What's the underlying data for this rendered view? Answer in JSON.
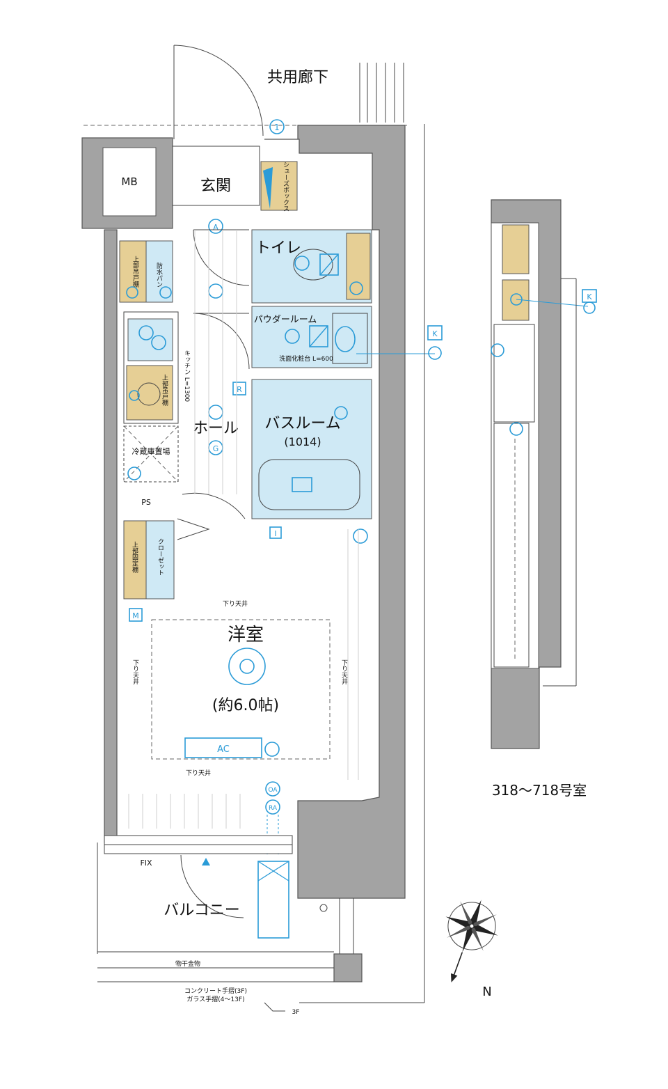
{
  "plan": {
    "unit_range": "318〜718号室",
    "compass_north": "N",
    "corridor": "共用廊下",
    "rooms": {
      "mb": "MB",
      "entrance": "玄関",
      "shoe_box": "シューズボックス",
      "toilet": "トイレ",
      "powder_room": "パウダールーム",
      "washbasin_note": "洗面化粧台 L=600",
      "waterproof_pan": "防水パン",
      "upper_shelf": "上部吊戸棚",
      "kitchen_note": "キッチン L=1300",
      "fridge": "冷蔵庫置場",
      "hall": "ホール",
      "bath": "バスルーム",
      "bath_size": "(1014)",
      "ps": "PS",
      "closet": "クローゼット",
      "upper_closet_shelf": "上部固定棚",
      "western_room": "洋室",
      "western_room_size": "(約6.0帖)",
      "lowered_ceiling": "下り天井",
      "ac": "AC",
      "balcony": "バルコニー",
      "fix": "FIX",
      "laundry_hardware": "物干金物",
      "handrail_note_1": "コンクリート手摺(3F)",
      "handrail_note_2": "ガラス手摺(4〜13F)",
      "floor_3f": "3F"
    },
    "markers": {
      "one": "1",
      "a": "A",
      "r": "R",
      "g": "G",
      "i": "I",
      "m": "M",
      "k": "K",
      "oa": "OA",
      "ra": "RA"
    },
    "colors": {
      "wall": "#a3a3a3",
      "wet_area": "#cfe9f5",
      "storage": "#e6cf95",
      "equipment": "#2a9bd7"
    }
  }
}
